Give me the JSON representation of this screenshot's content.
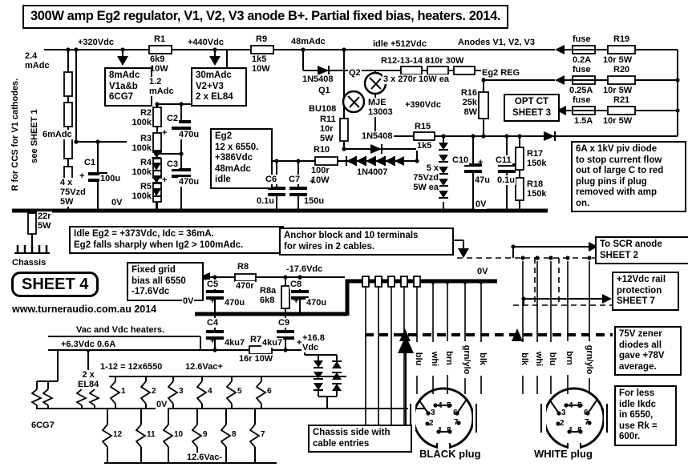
{
  "title": "300W amp Eg2 regulator, V1, V2, V3 anode B+. Partial fixed bias, heaters. 2014.",
  "rail": {
    "v320": "+320Vdc",
    "r1": "R1",
    "r1v": "6k9\n10W",
    "v440": "+440Vdc",
    "r9": "R9",
    "r9v": "1k5\n10W",
    "i48": "48mAdc",
    "idle": "idle  +512Vdc",
    "anodes": "Anodes V1, V2, V3"
  },
  "fuses": {
    "label": "fuse",
    "rows": [
      {
        "a": "0.2A",
        "r": "R19",
        "rv": "10r 5W"
      },
      {
        "a": "0.25A",
        "r": "R20",
        "rv": "10r 5W"
      },
      {
        "a": "1.5A",
        "r": "R21",
        "rv": "10r 5W"
      }
    ],
    "eg2reg": "Eg2 REG",
    "optct": "OPT CT\nSHEET 3"
  },
  "ccs": {
    "i24": "2.4\nmAdc",
    "note": "R for CCS for V1 cathodes.",
    "see": "see SHEET 1",
    "i6": "6mAdc",
    "zen": "4 x\n75Vzd\n5W",
    "c1": "C1",
    "c1v": "100u",
    "plus": "+",
    "ov": "0V",
    "r22": "22r\n5W",
    "chassis": "Chassis",
    "sheet": "SHEET 4",
    "site": "www.turneraudio.com.au  2014"
  },
  "loads": {
    "v1": "8mAdc\nV1a&b\n6CG7",
    "i12": "1.2\nmAdc",
    "v23": "30mAdc\nV2+V3\n2 x EL84"
  },
  "filter": {
    "r2": "R2\n100k",
    "r3": "R3\n100k",
    "r4": "R4\n100k",
    "r5": "R5\n100k",
    "c2": "C2",
    "c2v": "470u",
    "c3": "C3",
    "c3v": "470u",
    "plus": "+"
  },
  "eg2box": "Eg2\n12 x 6550.\n+386Vdc\n48mAdc\nidle",
  "reg": {
    "d1": "1N5408",
    "q1": "Q1",
    "q1t": "BU108",
    "q2": "Q2",
    "q2t": "MJE\n13003",
    "r11": "R11\n10r\n5W",
    "d2": "1N5408",
    "r10": "R10",
    "r10v": "100r\n10W",
    "d3": "1N4007",
    "r15": "R15",
    "r15v": "1k5",
    "r1214": "R12-13-14  810r 30W",
    "x270": "3 x 270r 10W ea",
    "v390": "+390Vdc",
    "r16": "R16\n25k\n8W",
    "zen5": "5 x\n75Vzd\n5W ea",
    "c6": "C6",
    "c6v": "0.1u",
    "c7": "C7",
    "c7v": "150u",
    "c10": "C10",
    "c10v": "47u",
    "c11": "C11",
    "c11v": "0.1u",
    "r17": "R17\n150k",
    "r18": "R18\n150k",
    "ov": "0V"
  },
  "notes": {
    "diode6a": "6A x 1kV piv diode\nto stop current flow\nout of large C to red\nplug pins if plug\nremoved with amp\non.",
    "idle": "Idle Eg2 = +373Vdc, Idc = 36mA.\nEg2 falls sharply when Ig2 > 100mAdc.",
    "anchor": "Anchor block and  10 terminals\nfor  wires in 2 cables.",
    "scr": "To SCR anode\nSHEET 2",
    "rail12": "+12Vdc rail\nprotection\nSHEET 7",
    "zener75": "75V zener\ndiodes all\ngave +78V\naverage.",
    "rk": "For less\nidle Ikdc\nin 6550,\nuse Rk =\n600r.",
    "chassis_side": "Chassis side with\ncable entries",
    "fixed": "Fixed grid\nbias all 6550\n-17.6Vdc"
  },
  "bias": {
    "r8": "R8",
    "r8v": "470r",
    "c5": "C5",
    "c5v": "470u",
    "r8a": "R8a\n6k8",
    "v176": "-17.6Vdc",
    "c8": "C8",
    "c8v": "470u",
    "c4": "C4",
    "c4v": "4ku7",
    "c9": "C9",
    "c9v": "4ku7",
    "r7": "R7",
    "r7v": "16r 10W",
    "v168": "+16.8\nVdc",
    "ov": "0V",
    "plus": "+"
  },
  "heat": {
    "vach": "Vac and Vdc heaters.",
    "v63": "+6.3Vdc 0.6A",
    "twelve": "1-12 = 12x6550",
    "vacp": "12.6Vac+",
    "vacm": "12.6Vac-",
    "el84": "2 x\nEL84",
    "cg7": "6CG7",
    "ov": "0V",
    "top": [
      "1",
      "2",
      "3",
      "4",
      "5",
      "6"
    ],
    "bot": [
      "12",
      "11",
      "10",
      "9",
      "8",
      "7"
    ]
  },
  "plugs": {
    "pins": [
      "1",
      "2",
      "3",
      "4",
      "5",
      "6",
      "7",
      "8"
    ],
    "black": {
      "name": "BLACK plug",
      "wires": [
        "blu",
        "whi",
        "brn",
        "grn/ylo",
        "blk"
      ]
    },
    "white": {
      "name": "WHITE plug",
      "wires": [
        "blk",
        "whi",
        "blu",
        "brn",
        "grn/ylo"
      ]
    }
  }
}
